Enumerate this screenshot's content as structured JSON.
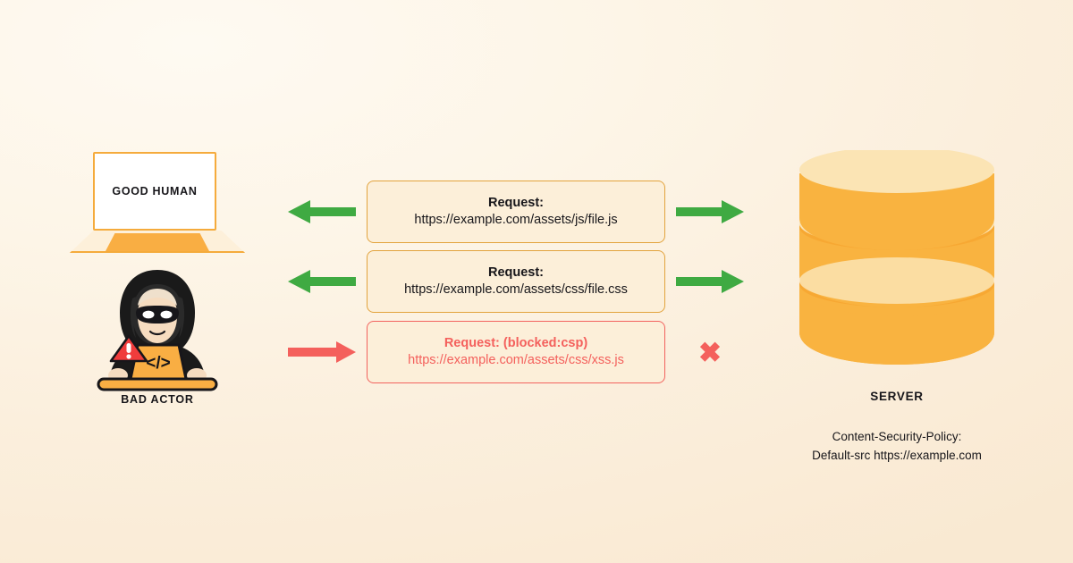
{
  "background": {
    "color_start": "#fefaf2",
    "color_end": "#f9e9d2"
  },
  "colors": {
    "orange_border": "#e2a33d",
    "orange_fill": "#fcefd9",
    "laptop_orange": "#f5ab3c",
    "key_orange": "#f9ae43",
    "green_arrow": "#3faa42",
    "red": "#f4605c",
    "server_light": "#fcd58a",
    "server_mid": "#f9b340",
    "server_dark": "#f7a833",
    "text": "#17161a",
    "hood_black": "#1a1a1a",
    "skin": "#f6dcc0"
  },
  "client": {
    "laptop_screen_label": "GOOD HUMAN",
    "laptop_icon": "laptop-icon"
  },
  "bad_actor": {
    "label": "BAD ACTOR",
    "icon": "hacker-hooded-figure-icon",
    "laptop_code_glyph": "</>",
    "warning_glyph": "!",
    "warning_icon": "warning-triangle-icon"
  },
  "rows": [
    {
      "id": "row-1",
      "left_arrow": {
        "direction": "left",
        "color": "#3faa42",
        "icon": "arrow-left-icon"
      },
      "right_marker": {
        "type": "arrow",
        "direction": "right",
        "color": "#3faa42",
        "icon": "arrow-right-icon"
      },
      "title": "Request:",
      "url": "https://example.com/assets/js/file.js",
      "blocked": false
    },
    {
      "id": "row-2",
      "left_arrow": {
        "direction": "left",
        "color": "#3faa42",
        "icon": "arrow-left-icon"
      },
      "right_marker": {
        "type": "arrow",
        "direction": "right",
        "color": "#3faa42",
        "icon": "arrow-right-icon"
      },
      "title": "Request:",
      "url": "https://example.com/assets/css/file.css",
      "blocked": false
    },
    {
      "id": "row-3",
      "left_arrow": {
        "direction": "right",
        "color": "#f4605c",
        "icon": "arrow-right-icon"
      },
      "right_marker": {
        "type": "x",
        "color": "#f4605c",
        "icon": "close-x-icon",
        "glyph": "✖"
      },
      "title": "Request: (blocked:csp)",
      "url": "https://example.com/assets/css/xss.js",
      "blocked": true
    }
  ],
  "server": {
    "icon": "database-cylinder-icon",
    "label": "SERVER",
    "csp_header": "Content-Security-Policy:",
    "csp_value": "Default-src https://example.com"
  }
}
